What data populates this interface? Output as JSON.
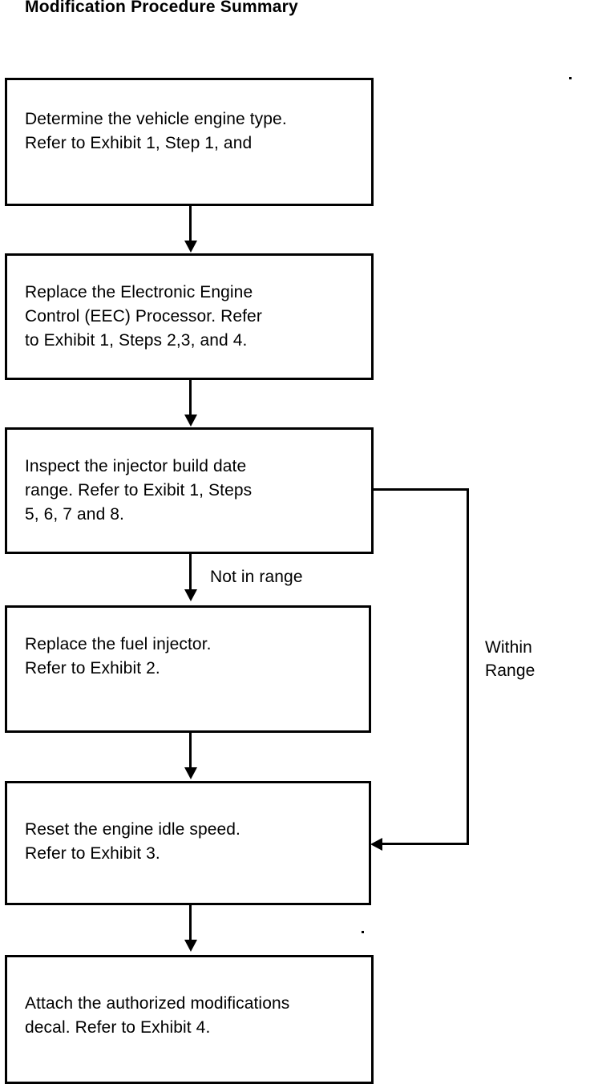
{
  "document": {
    "title": "Modification Procedure Summary"
  },
  "flowchart": {
    "type": "flowchart",
    "orientation": "vertical",
    "nodes": [
      {
        "id": "step-1",
        "label": "Determine the vehicle engine type.\nRefer to Exhibit 1, Step 1, and"
      },
      {
        "id": "step-2",
        "label": "Replace the Electronic Engine\nControl (EEC) Processor.  Refer\nto Exhibit 1, Steps 2,3, and 4."
      },
      {
        "id": "step-3",
        "label": "Inspect the injector build date\nrange.  Refer to Exibit 1,  Steps\n5, 6, 7 and 8."
      },
      {
        "id": "step-4",
        "label": "Replace the fuel injector.\nRefer to Exhibit 2."
      },
      {
        "id": "step-5",
        "label": "Reset the engine idle speed.\nRefer to Exhibit 3."
      },
      {
        "id": "step-6",
        "label": "Attach the authorized modifications\ndecal.  Refer to Exhibit 4."
      }
    ],
    "edge_labels": {
      "not_in_range": "Not in range",
      "within_range": "Within\nRange"
    }
  }
}
